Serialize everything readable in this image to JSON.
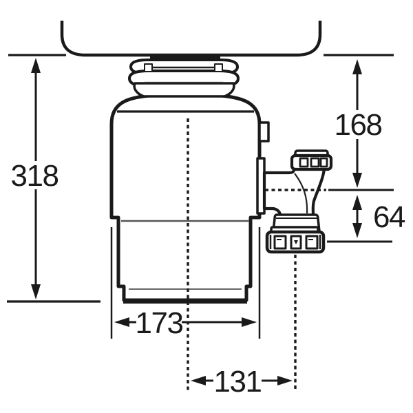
{
  "diagram": {
    "subject": "in-sink waste disposal unit installation drawing, side view with millimetre dimensions",
    "dimension_labels": {
      "overall_height": "318",
      "sink_to_outlet_centerline": "168",
      "outlet_centerline_to_trap_outlet": "64",
      "body_width": "173",
      "body_centerline_to_trap_centerline": "131"
    },
    "colors": {
      "line": "#1a1a1a",
      "seam": "#555555",
      "background": "#ffffff"
    }
  }
}
